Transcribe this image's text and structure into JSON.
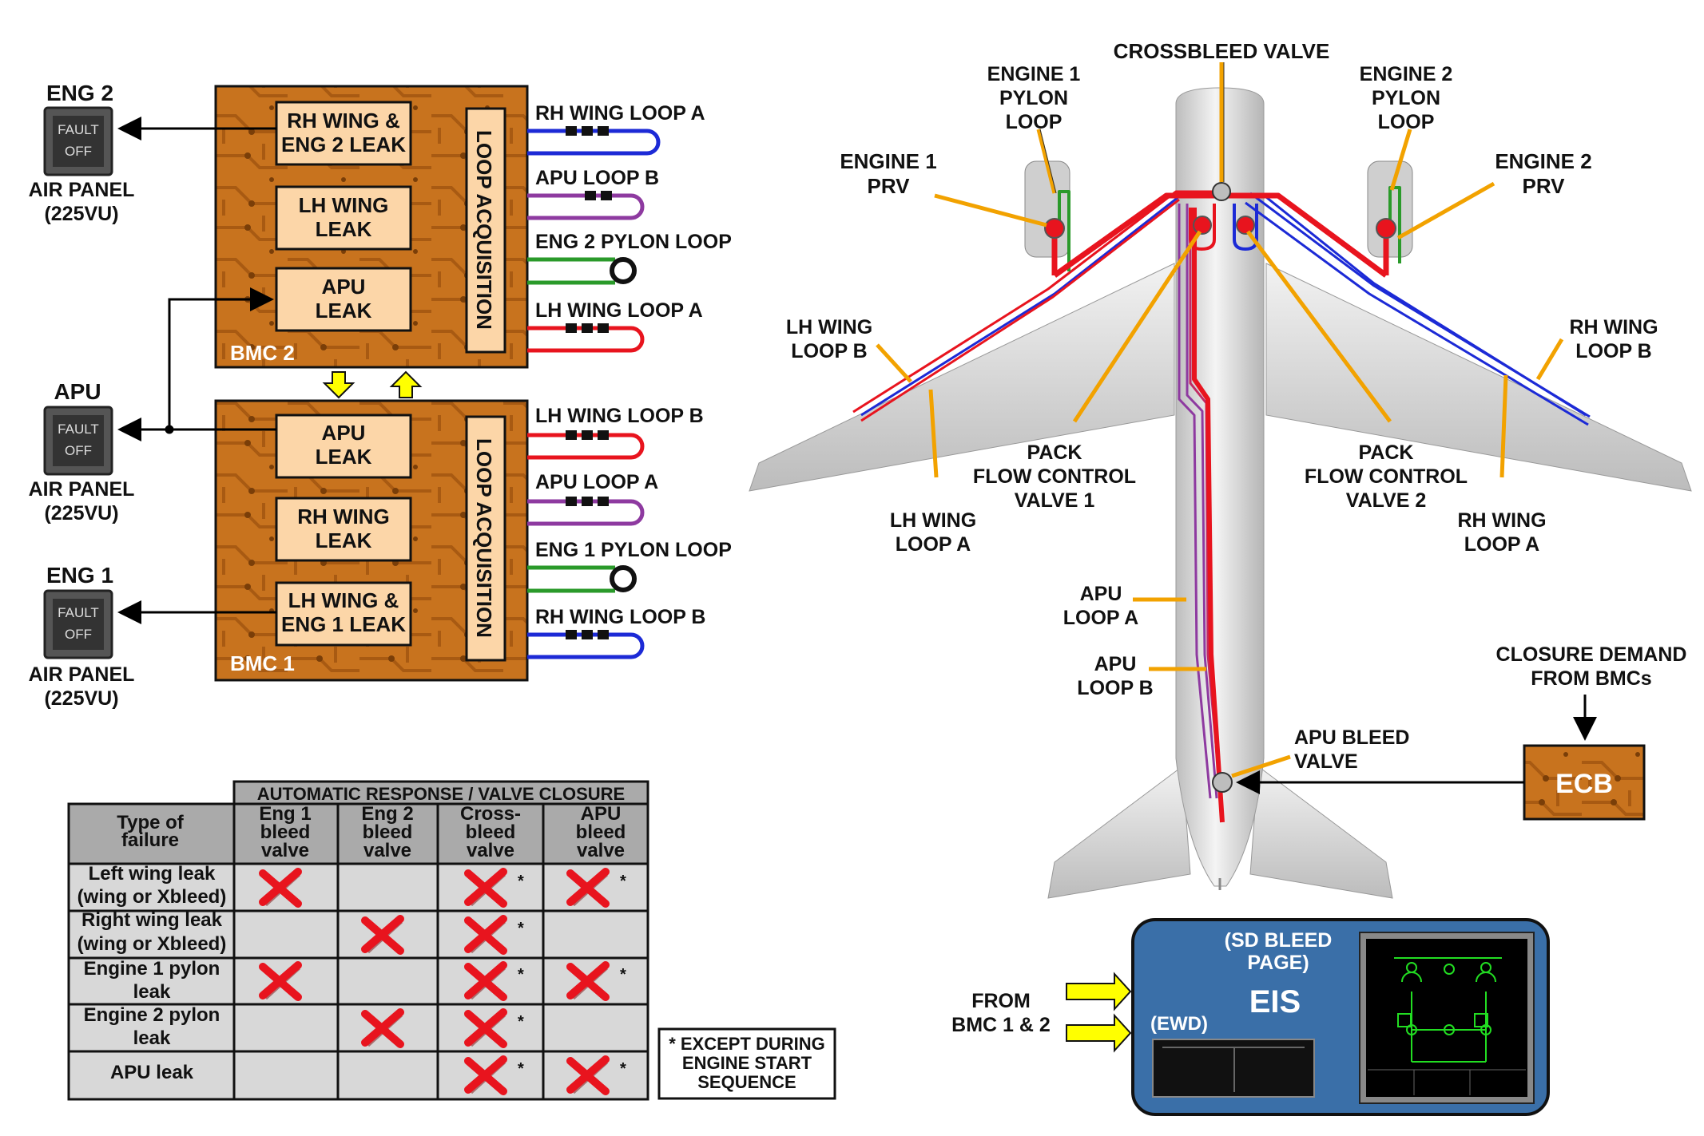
{
  "colors": {
    "bmc_fill": "#c8731e",
    "bmc_box": "#fcd6a8",
    "loop_red": "#e8141e",
    "loop_blue": "#1c2ad6",
    "loop_green": "#2a9a2a",
    "loop_purple": "#8e3aa0",
    "arrow_yellow": "#ffff00",
    "eis_blue": "#3a6fa8",
    "leader_orange": "#f2a200"
  },
  "panels": {
    "eng2": {
      "title": "ENG 2",
      "fault": "FAULT",
      "off": "OFF",
      "location": [
        "AIR PANEL",
        "(225VU)"
      ]
    },
    "apu": {
      "title": "APU",
      "fault": "FAULT",
      "off": "OFF",
      "location": [
        "AIR PANEL",
        "(225VU)"
      ]
    },
    "eng1": {
      "title": "ENG 1",
      "fault": "FAULT",
      "off": "OFF",
      "location": [
        "AIR PANEL",
        "(225VU)"
      ]
    }
  },
  "bmc2": {
    "name": "BMC 2",
    "acquisition": "LOOP ACQUISITION",
    "boxes": [
      [
        "RH WING &",
        "ENG 2 LEAK"
      ],
      [
        "LH WING",
        "LEAK"
      ],
      [
        "APU",
        "LEAK"
      ]
    ],
    "loops": [
      "RH WING LOOP A",
      "APU LOOP B",
      "ENG 2 PYLON LOOP",
      "LH WING LOOP A"
    ]
  },
  "bmc1": {
    "name": "BMC 1",
    "acquisition": "LOOP ACQUISITION",
    "boxes": [
      [
        "APU",
        "LEAK"
      ],
      [
        "RH WING",
        "LEAK"
      ],
      [
        "LH WING &",
        "ENG 1 LEAK"
      ]
    ],
    "loops": [
      "LH WING LOOP B",
      "APU LOOP A",
      "ENG 1 PYLON LOOP",
      "RH WING LOOP B"
    ]
  },
  "aircraft": {
    "crossbleed": "CROSSBLEED VALVE",
    "eng1_pylon": [
      "ENGINE 1",
      "PYLON",
      "LOOP"
    ],
    "eng2_pylon": [
      "ENGINE 2",
      "PYLON",
      "LOOP"
    ],
    "eng1_prv": [
      "ENGINE 1",
      "PRV"
    ],
    "eng2_prv": [
      "ENGINE 2",
      "PRV"
    ],
    "lh_wing_loop_b": [
      "LH WING",
      "LOOP B"
    ],
    "rh_wing_loop_b": [
      "RH WING",
      "LOOP B"
    ],
    "pack1": [
      "PACK",
      "FLOW CONTROL",
      "VALVE 1"
    ],
    "pack2": [
      "PACK",
      "FLOW CONTROL",
      "VALVE 2"
    ],
    "lh_wing_loop_a": [
      "LH WING",
      "LOOP A"
    ],
    "rh_wing_loop_a": [
      "RH WING",
      "LOOP A"
    ],
    "apu_loop_a": [
      "APU",
      "LOOP A"
    ],
    "apu_loop_b": [
      "APU",
      "LOOP B"
    ],
    "apu_bleed": [
      "APU BLEED",
      "VALVE"
    ],
    "closure": [
      "CLOSURE DEMAND",
      "FROM BMCs"
    ],
    "ecb": "ECB"
  },
  "table": {
    "banner": "AUTOMATIC RESPONSE / VALVE CLOSURE",
    "headers": [
      [
        "Type of",
        "failure"
      ],
      [
        "Eng 1",
        "bleed",
        "valve"
      ],
      [
        "Eng 2",
        "bleed",
        "valve"
      ],
      [
        "Cross-",
        "bleed",
        "valve"
      ],
      [
        "APU",
        "bleed",
        "valve"
      ]
    ],
    "rows": [
      {
        "failure": [
          "Left wing leak",
          "(wing or Xbleed)"
        ],
        "cells": [
          "X",
          "",
          "X*",
          "X*"
        ]
      },
      {
        "failure": [
          "Right wing leak",
          "(wing or Xbleed)"
        ],
        "cells": [
          "",
          "X",
          "X*",
          ""
        ]
      },
      {
        "failure": [
          "Engine 1 pylon",
          "leak"
        ],
        "cells": [
          "X",
          "",
          "X*",
          "X*"
        ]
      },
      {
        "failure": [
          "Engine 2 pylon",
          "leak"
        ],
        "cells": [
          "",
          "X",
          "X*",
          ""
        ]
      },
      {
        "failure": [
          "APU leak"
        ],
        "cells": [
          "",
          "",
          "X*",
          "X*"
        ]
      }
    ],
    "star": "*",
    "note": [
      "* EXCEPT DURING",
      "ENGINE START",
      "SEQUENCE"
    ]
  },
  "eis": {
    "from": [
      "FROM",
      "BMC 1 & 2"
    ],
    "sd_label": [
      "(SD BLEED",
      "PAGE)"
    ],
    "title": "EIS",
    "ewd": "(EWD)"
  }
}
